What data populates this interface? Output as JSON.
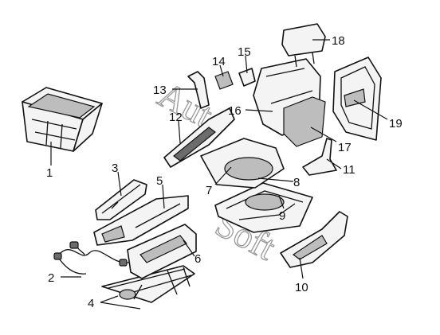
{
  "watermark": {
    "word1": "Auto",
    "word2": "Soft"
  },
  "callouts": [
    {
      "id": "1",
      "text": "1"
    },
    {
      "id": "2",
      "text": "2"
    },
    {
      "id": "3",
      "text": "3"
    },
    {
      "id": "4",
      "text": "4"
    },
    {
      "id": "5",
      "text": "5"
    },
    {
      "id": "6",
      "text": "6"
    },
    {
      "id": "7",
      "text": "7"
    },
    {
      "id": "8",
      "text": "8"
    },
    {
      "id": "9",
      "text": "9"
    },
    {
      "id": "10",
      "text": "10"
    },
    {
      "id": "11",
      "text": "11"
    },
    {
      "id": "12",
      "text": "12"
    },
    {
      "id": "13",
      "text": "13"
    },
    {
      "id": "14",
      "text": "14"
    },
    {
      "id": "15",
      "text": "15"
    },
    {
      "id": "16",
      "text": "16"
    },
    {
      "id": "17",
      "text": "17"
    },
    {
      "id": "18",
      "text": "18"
    },
    {
      "id": "19",
      "text": "19"
    }
  ]
}
